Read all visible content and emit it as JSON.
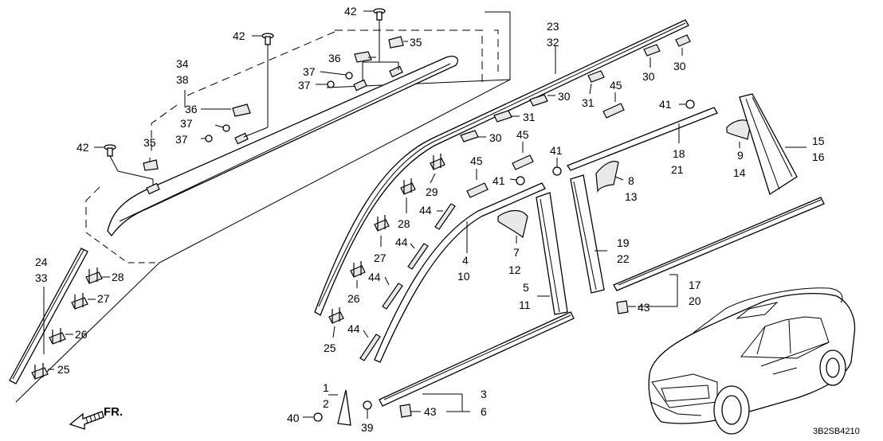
{
  "diagram": {
    "code": "3B2SB4210",
    "direction": "FR.",
    "labels": {
      "l1": "1",
      "l2": "2",
      "l3": "3",
      "l4": "4",
      "l5": "5",
      "l6": "6",
      "l7": "7",
      "l8": "8",
      "l9": "9",
      "l10": "10",
      "l11": "11",
      "l12": "12",
      "l13": "13",
      "l14": "14",
      "l15": "15",
      "l16": "16",
      "l17": "17",
      "l18": "18",
      "l19": "19",
      "l20": "20",
      "l21": "21",
      "l22": "22",
      "l23": "23",
      "l24": "24",
      "l25a": "25",
      "l25b": "25",
      "l26a": "26",
      "l26b": "26",
      "l27a": "27",
      "l27b": "27",
      "l28a": "28",
      "l28b": "28",
      "l29": "29",
      "l30a": "30",
      "l30b": "30",
      "l30c": "30",
      "l30d": "30",
      "l31a": "31",
      "l31b": "31",
      "l32": "32",
      "l33": "33",
      "l34": "34",
      "l35a": "35",
      "l35b": "35",
      "l36a": "36",
      "l36b": "36",
      "l37a": "37",
      "l37b": "37",
      "l37c": "37",
      "l37d": "37",
      "l38": "38",
      "l39": "39",
      "l40": "40",
      "l41a": "41",
      "l41b": "41",
      "l41c": "41",
      "l42a": "42",
      "l42b": "42",
      "l42c": "42",
      "l43a": "43",
      "l43b": "43",
      "l44a": "44",
      "l44b": "44",
      "l44c": "44",
      "l44d": "44",
      "l45a": "45",
      "l45b": "45",
      "l45c": "45"
    }
  }
}
